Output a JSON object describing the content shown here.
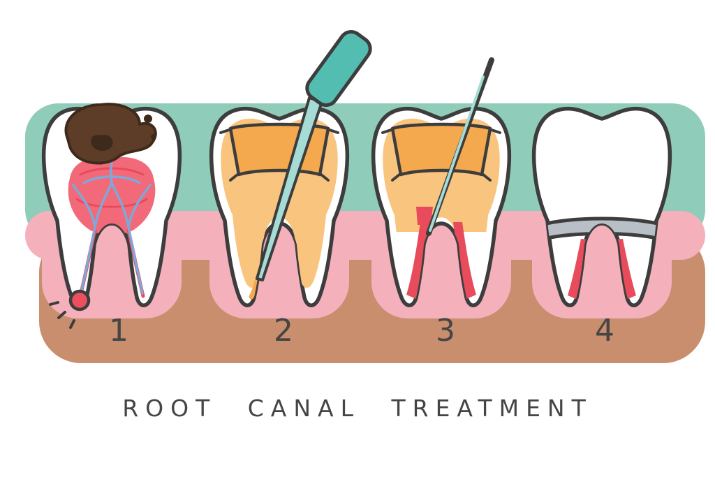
{
  "illustration": {
    "title": "ROOT CANAL TREATMENT",
    "stage_labels": [
      "1",
      "2",
      "3",
      "4"
    ]
  },
  "colors": {
    "teal_band": "#8fccb9",
    "gum_pink": "#f4b0bb",
    "gum_tan": "#c98e6e",
    "tooth_white": "#ffffff",
    "outline": "#3d3d3d",
    "cavity_brown": "#5d3d27",
    "cavity_brown_dark": "#3e2a1b",
    "pulp_red": "#f26a79",
    "nerve_blue": "#7fa8d9",
    "canal_red": "#e84b5c",
    "filling_orange": "#f4a94e",
    "filling_orange_light": "#f9c47e",
    "tool_teal": "#53bdb2",
    "tool_teal_light": "#a6dcd6",
    "crown_gray": "#b9bfc7",
    "abscess_red": "#ee4f5f",
    "text_color": "#454545"
  }
}
